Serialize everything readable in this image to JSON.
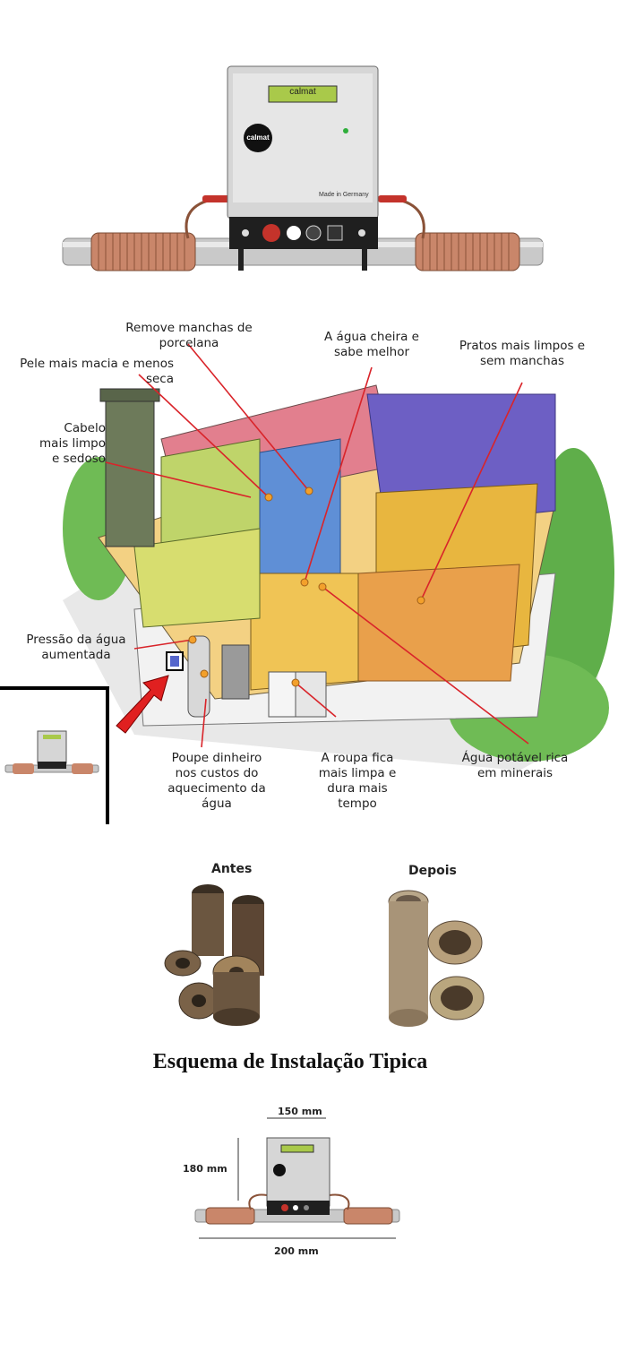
{
  "device": {
    "display_text": "calmat",
    "logo_text": "calmat",
    "made_in": "Made in Germany"
  },
  "house": {
    "labels": {
      "porcelain": "Remove manchas de porcelana",
      "taste": "A água cheira e sabe melhor",
      "dishes": "Pratos mais limpos e sem manchas",
      "skin": "Pele mais macia e menos seca",
      "hair": "Cabelo mais limpo e sedoso",
      "pressure": "Pressão da água aumentada",
      "savings": "Poupe dinheiro nos custos do aquecimento da água",
      "laundry": "A roupa fica mais limpa e dura mais tempo",
      "minerals": "Água potável rica em minerais"
    }
  },
  "pipes": {
    "before_label": "Antes",
    "after_label": "Depois"
  },
  "installation": {
    "title": "Esquema de Instalação Tipica",
    "width_top": "150 mm",
    "height": "180 mm",
    "width_bottom": "200 mm"
  },
  "colors": {
    "pipe": "#c9c9c9",
    "coil": "#c9866a",
    "red_line": "#d9242a",
    "lcd": "#a9c94a"
  }
}
